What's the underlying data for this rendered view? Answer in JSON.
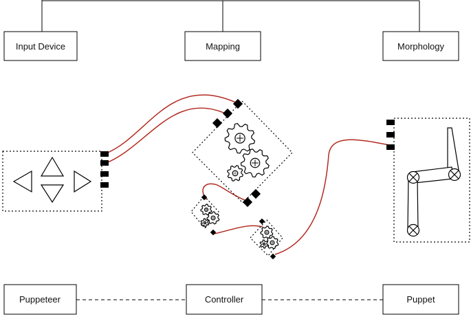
{
  "top_row": {
    "input_device": "Input Device",
    "mapping": "Mapping",
    "morphology": "Morphology"
  },
  "bottom_row": {
    "puppeteer": "Puppeteer",
    "controller": "Controller",
    "puppet": "Puppet"
  },
  "colors": {
    "wire": "#b22a20",
    "line": "#000000",
    "background": "#ffffff"
  },
  "icons": [
    "arrow-left-icon",
    "arrow-up-icon",
    "arrow-down-icon",
    "arrow-right-icon",
    "gear-icon",
    "joint-icon"
  ]
}
